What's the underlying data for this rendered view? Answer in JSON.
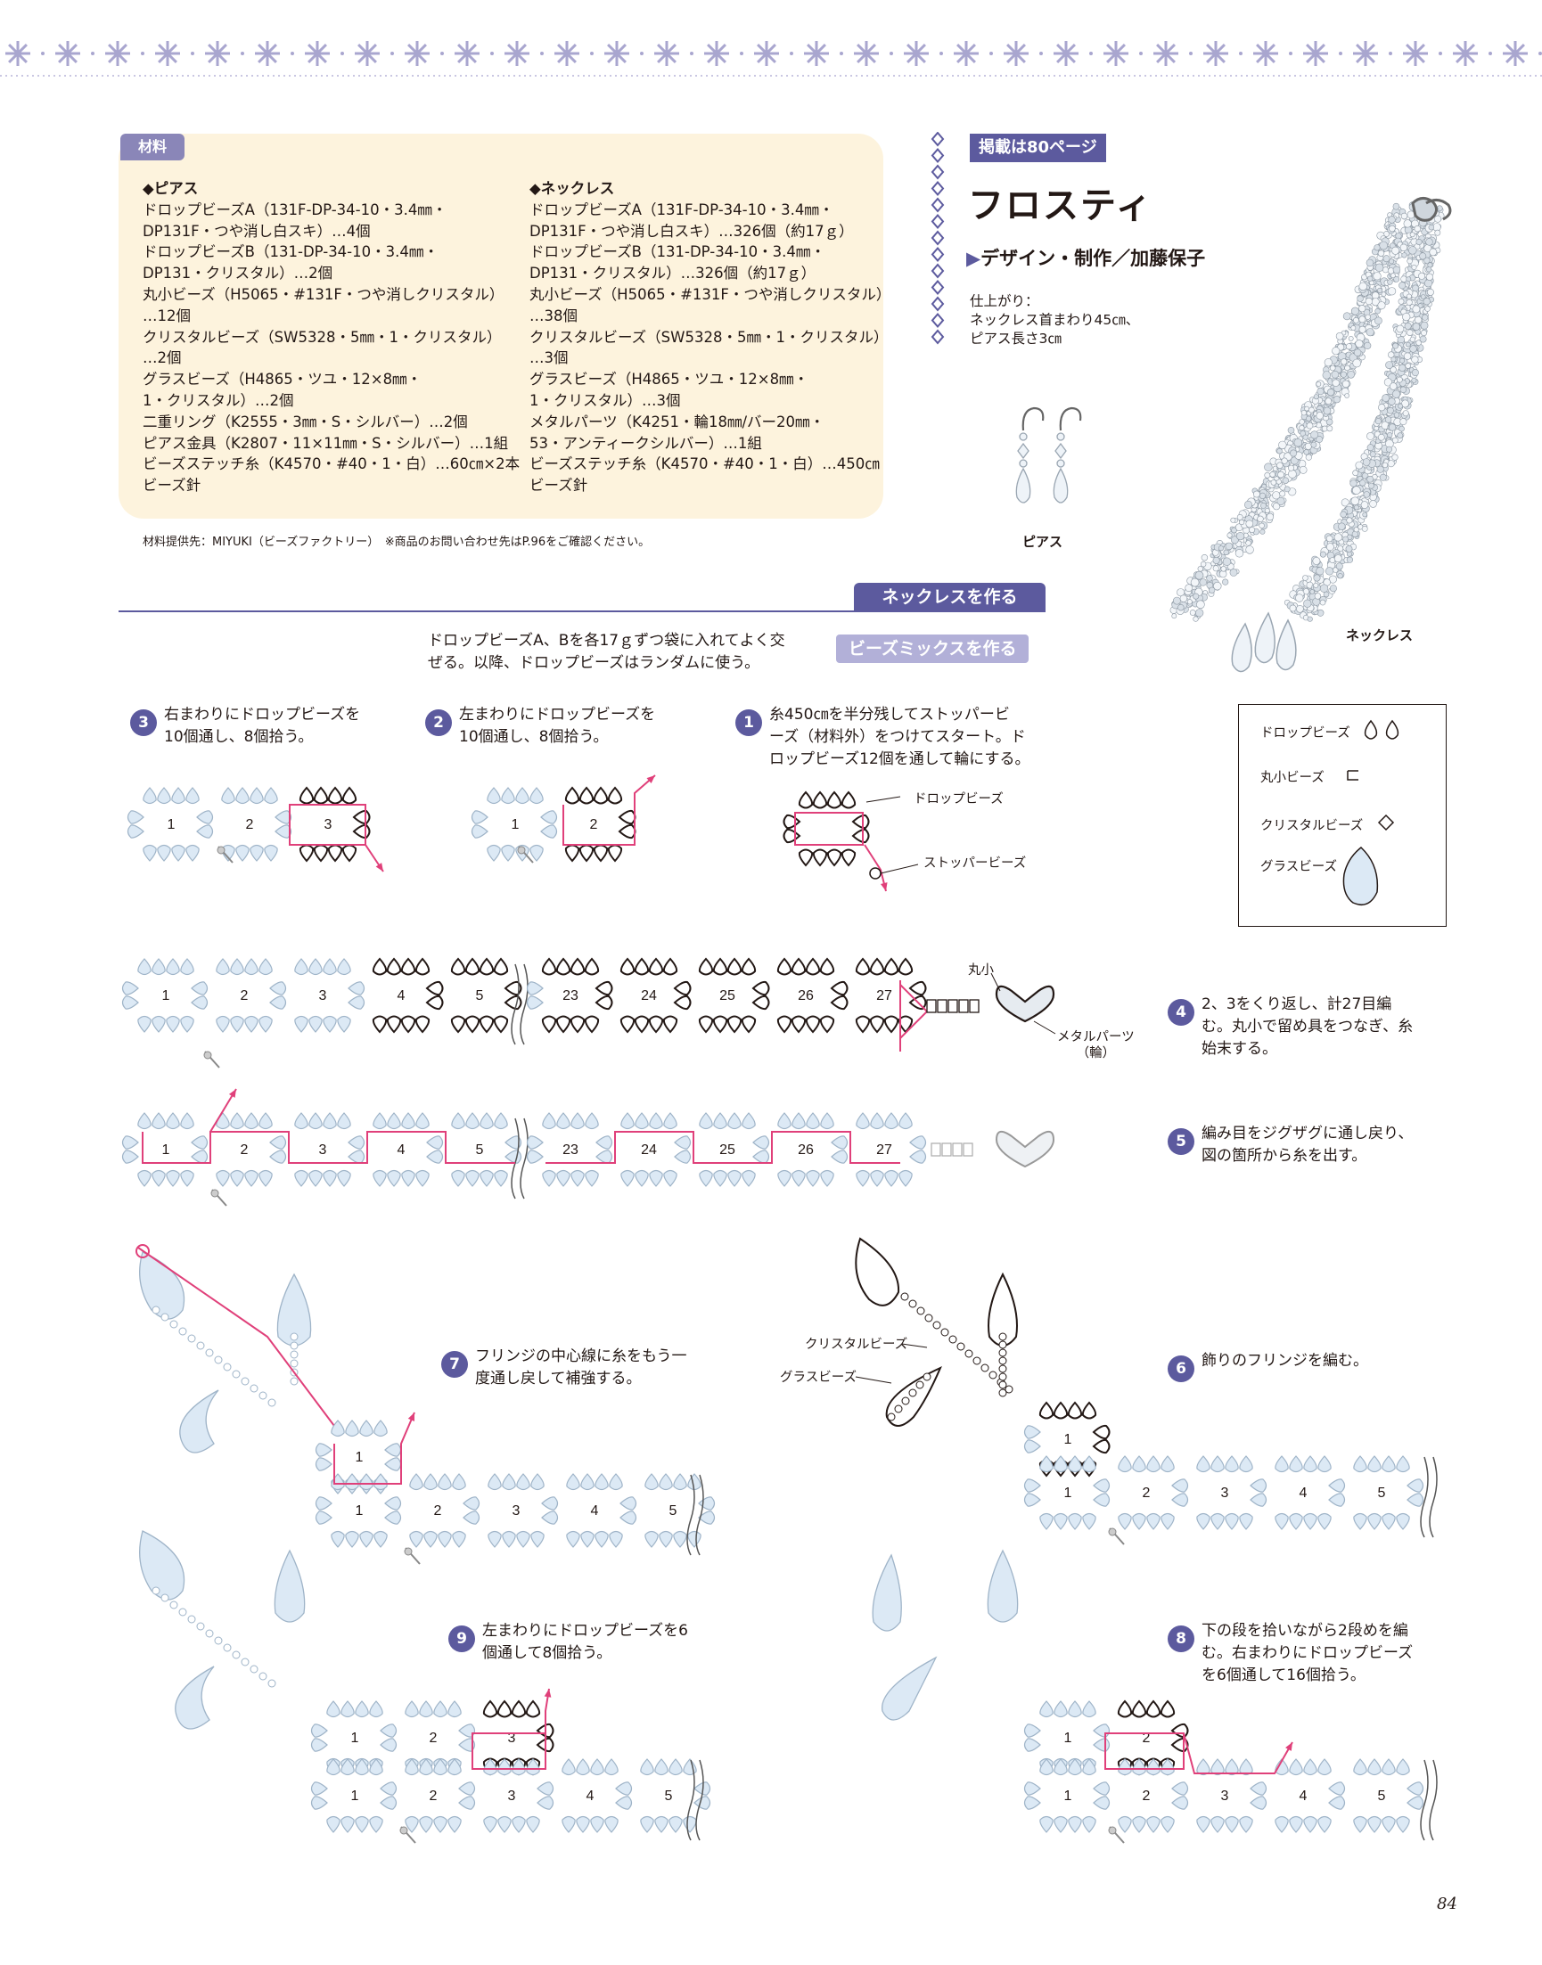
{
  "colors": {
    "accent": "#5c5a9e",
    "accent_light": "#b2b0d8",
    "box_bg": "#fdf3dd",
    "bead_fill": "#dce9f5",
    "bead_stroke": "#231815",
    "thread": "#e0407a"
  },
  "materials": {
    "tab": "材料",
    "earrings": {
      "heading": "◆ピアス",
      "lines": [
        "ドロップビーズA（131F-DP-34-10・3.4㎜・",
        "DP131F・つや消し白スキ）…4個",
        "ドロップビーズB（131-DP-34-10・3.4㎜・",
        "DP131・クリスタル）…2個",
        "丸小ビーズ（H5065・#131F・つや消しクリスタル）",
        "…12個",
        "クリスタルビーズ（SW5328・5㎜・1・クリスタル）",
        "…2個",
        "グラスビーズ（H4865・ツユ・12×8㎜・",
        "1・クリスタル）…2個",
        "二重リング（K2555・3㎜・S・シルバー）…2個",
        "ピアス金具（K2807・11×11㎜・S・シルバー）…1組",
        "ビーズステッチ糸（K4570・#40・1・白）…60㎝×2本",
        "ビーズ針"
      ]
    },
    "necklace": {
      "heading": "◆ネックレス",
      "lines": [
        "ドロップビーズA（131F-DP-34-10・3.4㎜・",
        "DP131F・つや消し白スキ）…326個（約17ｇ）",
        "ドロップビーズB（131-DP-34-10・3.4㎜・",
        "DP131・クリスタル）…326個（約17ｇ）",
        "丸小ビーズ（H5065・#131F・つや消しクリスタル）",
        "…38個",
        "クリスタルビーズ（SW5328・5㎜・1・クリスタル）",
        "…3個",
        "グラスビーズ（H4865・ツユ・12×8㎜・",
        "1・クリスタル）…3個",
        "メタルパーツ（K4251・輪18㎜/バー20㎜・",
        "53・アンティークシルバー）…1組",
        "ビーズステッチ糸（K4570・#40・1・白）…450㎝",
        "ビーズ針"
      ]
    },
    "supplier": "材料提供先：MIYUKI（ビーズファクトリー）　※商品のお問い合わせ先はP.96をご確認ください。"
  },
  "header": {
    "page_ref": "掲載は80ページ",
    "title": "フロスティ",
    "designer": "デザイン・制作／加藤保子",
    "finish": [
      "仕上がり：",
      "ネックレス首まわり45㎝、",
      "ピアス長さ3㎝"
    ]
  },
  "photos": {
    "earring_label": "ピアス",
    "necklace_label": "ネックレス"
  },
  "section": {
    "title": "ネックレスを作る",
    "mix_label": "ビーズミックスを作る",
    "mix_text": [
      "ドロップビーズA、Bを各17ｇずつ袋に入れてよく交",
      "ぜる。以降、ドロップビーズはランダムに使う。"
    ]
  },
  "legend": {
    "drop": "ドロップビーズ",
    "round_small": "丸小ビーズ",
    "crystal": "クリスタルビーズ",
    "glass": "グラスビーズ"
  },
  "steps": [
    {
      "num": "1",
      "text": "糸450㎝を半分残してストッパービ\nーズ（材料外）をつけてスタート。ド\nロップビーズ12個を通して輪にする。"
    },
    {
      "num": "2",
      "text": "左まわりにドロップビーズを\n10個通し、8個拾う。"
    },
    {
      "num": "3",
      "text": "右まわりにドロップビーズを\n10個通し、8個拾う。"
    },
    {
      "num": "4",
      "text": "2、3をくり返し、計27目編\nむ。丸小で留め具をつなぎ、糸\n始末する。"
    },
    {
      "num": "5",
      "text": "編み目をジグザグに通し戻り、\n図の箇所から糸を出す。"
    },
    {
      "num": "6",
      "text": "飾りのフリンジを編む。"
    },
    {
      "num": "7",
      "text": "フリンジの中心線に糸をもう一\n度通し戻して補強する。"
    },
    {
      "num": "8",
      "text": "下の段を拾いながら2段めを編\nむ。右まわりにドロップビーズ\nを6個通して16個拾う。"
    },
    {
      "num": "9",
      "text": "左まわりにドロップビーズを6\n個通して8個拾う。"
    }
  ],
  "callouts": {
    "drop": "ドロップビーズ",
    "stopper": "ストッパービーズ",
    "maru": "丸小",
    "metal": "メタルパーツ\n（輪）",
    "crystal": "クリスタルビーズ",
    "glass": "グラスビーズ"
  },
  "cell_numbers": {
    "step1": [],
    "step2": [
      "1",
      "2"
    ],
    "step3": [
      "1",
      "2",
      "3"
    ],
    "long": [
      "1",
      "2",
      "3",
      "4",
      "5",
      "23",
      "24",
      "25",
      "26",
      "27"
    ],
    "short": [
      "1",
      "2",
      "3",
      "4",
      "5"
    ],
    "second_row_8": [
      "1",
      "2"
    ],
    "second_row_9": [
      "1",
      "2",
      "3"
    ],
    "step7_top": [
      "1"
    ],
    "step6_top": [
      "1"
    ]
  },
  "page_number": "84"
}
